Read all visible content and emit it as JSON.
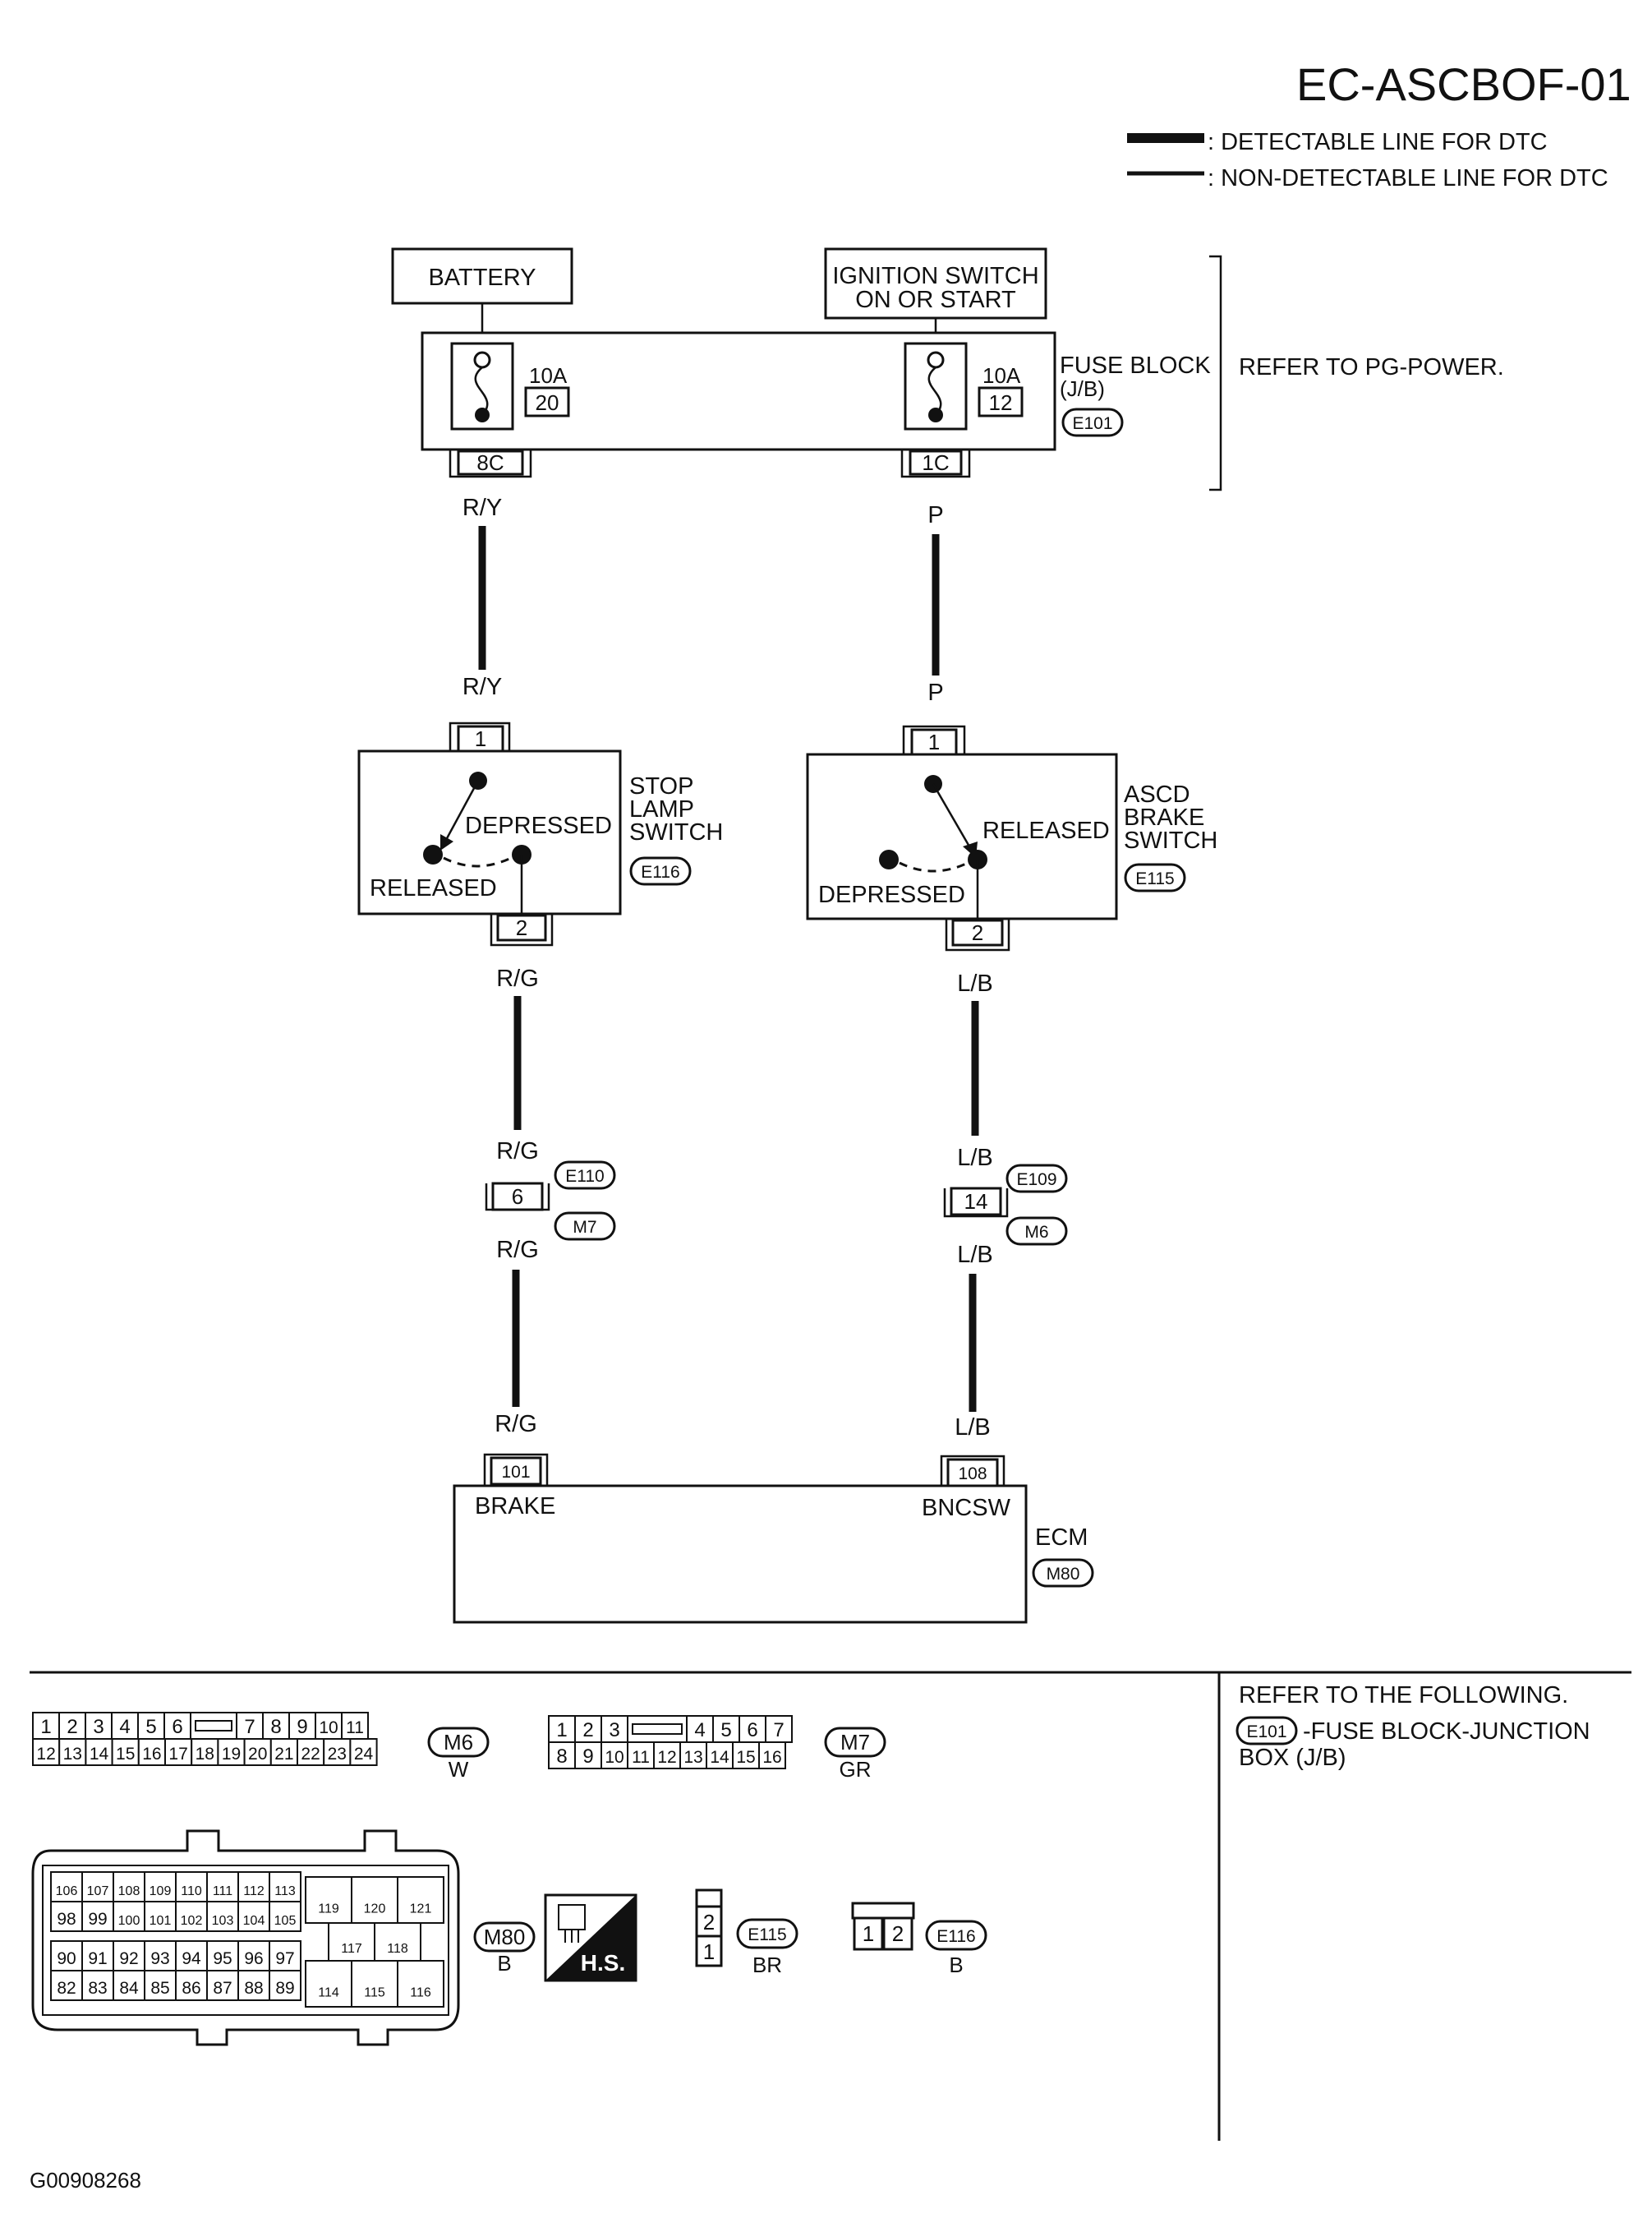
{
  "header": {
    "code": "EC-ASCBOF-01",
    "legend": [
      {
        "style": "thick",
        "label": ": DETECTABLE LINE FOR DTC"
      },
      {
        "style": "thin",
        "label": ": NON-DETECTABLE LINE FOR DTC"
      }
    ]
  },
  "power": {
    "battery": "BATTERY",
    "ignition_line1": "IGNITION SWITCH",
    "ignition_line2": "ON OR START",
    "fuse_left_amp": "10A",
    "fuse_left_num": "20",
    "fuse_right_amp": "10A",
    "fuse_right_num": "12",
    "fuse_block_line1": "FUSE BLOCK",
    "fuse_block_line2": "(J/B)",
    "fuse_block_conn": "E101",
    "refer": "REFER TO PG-POWER.",
    "pin_left": "8C",
    "pin_right": "1C"
  },
  "wires": {
    "left_top": "R/Y",
    "right_top": "P",
    "left_mid": "R/G",
    "right_mid": "L/B"
  },
  "stop_lamp_switch": {
    "pin_in": "1",
    "pin_out": "2",
    "depressed": "DEPRESSED",
    "released": "RELEASED",
    "name_line1": "STOP",
    "name_line2": "LAMP",
    "name_line3": "SWITCH",
    "conn": "E116"
  },
  "ascd_brake_switch": {
    "pin_in": "1",
    "pin_out": "2",
    "released": "RELEASED",
    "depressed": "DEPRESSED",
    "name_line1": "ASCD",
    "name_line2": "BRAKE",
    "name_line3": "SWITCH",
    "conn": "E115"
  },
  "joints": {
    "left_pin": "6",
    "left_conn_top": "E110",
    "left_conn_bottom": "M7",
    "right_pin": "14",
    "right_conn_top": "E109",
    "right_conn_bottom": "M6"
  },
  "ecm": {
    "pin_left": "101",
    "pin_right": "108",
    "term_left": "BRAKE",
    "term_right": "BNCSW",
    "name": "ECM",
    "conn": "M80"
  },
  "connectors": {
    "m6": {
      "id": "M6",
      "color": "W",
      "row1": [
        "1",
        "2",
        "3",
        "4",
        "5",
        "6",
        "",
        "7",
        "8",
        "9",
        "10",
        "11"
      ],
      "row2": [
        "12",
        "13",
        "14",
        "15",
        "16",
        "17",
        "18",
        "19",
        "20",
        "21",
        "22",
        "23",
        "24"
      ]
    },
    "m7": {
      "id": "M7",
      "color": "GR",
      "row1": [
        "1",
        "2",
        "3",
        "",
        "4",
        "5",
        "6",
        "7"
      ],
      "row2": [
        "8",
        "9",
        "10",
        "11",
        "12",
        "13",
        "14",
        "15",
        "16"
      ]
    },
    "m80": {
      "id": "M80",
      "color": "B",
      "r1": [
        "106",
        "107",
        "108",
        "109",
        "110",
        "111",
        "112",
        "113"
      ],
      "r2": [
        "98",
        "99",
        "100",
        "101",
        "102",
        "103",
        "104",
        "105"
      ],
      "r3": [
        "90",
        "91",
        "92",
        "93",
        "94",
        "95",
        "96",
        "97"
      ],
      "r4": [
        "82",
        "83",
        "84",
        "85",
        "86",
        "87",
        "88",
        "89"
      ],
      "right_top": [
        "119",
        "120",
        "121"
      ],
      "right_mid": [
        "117",
        "118"
      ],
      "right_bot": [
        "114",
        "115",
        "116"
      ]
    },
    "hs": "H.S.",
    "e115": {
      "id": "E115",
      "color": "BR",
      "pins": [
        "2",
        "1"
      ]
    },
    "e116": {
      "id": "E116",
      "color": "B",
      "pins": [
        "1",
        "2"
      ]
    }
  },
  "reference": {
    "line1": "REFER TO THE FOLLOWING.",
    "conn": "E101",
    "line2": "-FUSE BLOCK-JUNCTION",
    "line3": "BOX (J/B)"
  },
  "footer": "G00908268"
}
